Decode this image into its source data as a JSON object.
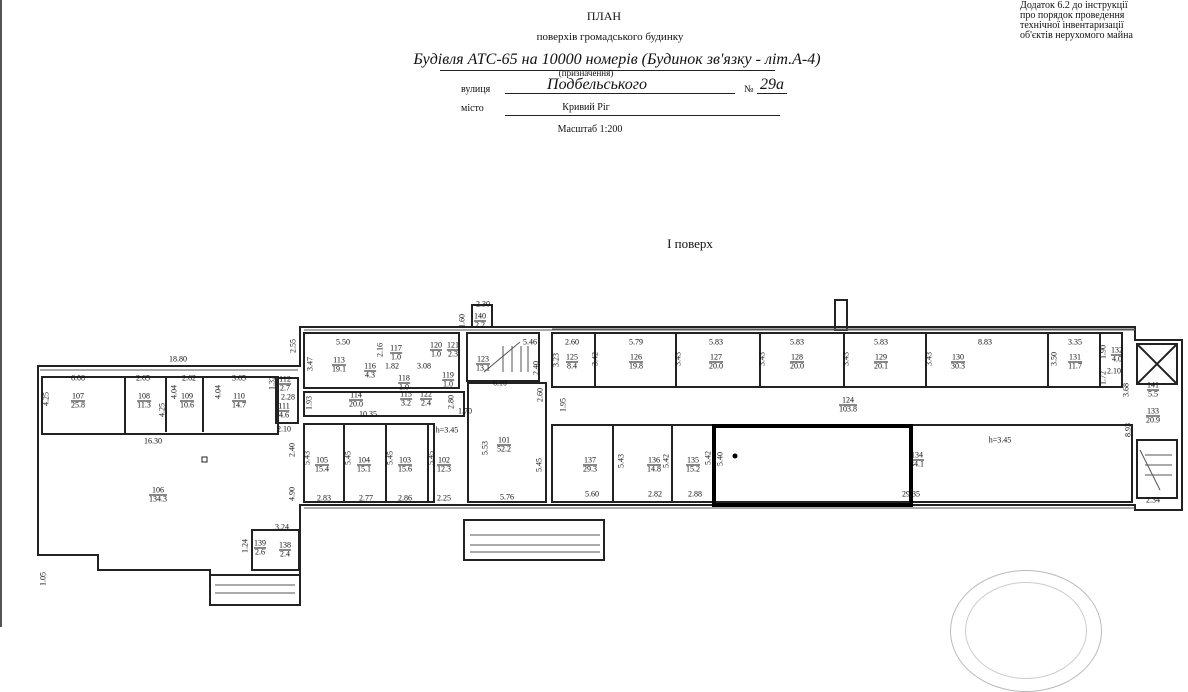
{
  "header": {
    "appendix_lines": [
      "Додаток 6.2 до інструкції",
      "про порядок проведення",
      "технічної інвентаризації",
      "об'єктів нерухомого майна"
    ],
    "title": "ПЛАН",
    "subtitle": "поверхів громадського будинку",
    "building": "Будівля АТС-65 на 10000 номерів (Будинок зв'язку - літ.А-4)",
    "purpose_caption": "(призначення)",
    "street_label": "вулиця",
    "street": "Подбельського",
    "number_label": "№",
    "number": "29а",
    "city_label": "місто",
    "city": "Кривий Ріг",
    "scale": "Масштаб 1:200"
  },
  "floor_label": "I поверх",
  "rooms": [
    {
      "number": "107",
      "area": "25.8"
    },
    {
      "number": "108",
      "area": "11.3"
    },
    {
      "number": "109",
      "area": "10.6"
    },
    {
      "number": "110",
      "area": "14.7"
    },
    {
      "number": "112",
      "area": "2.7"
    },
    {
      "number": "111",
      "area": "4.6"
    },
    {
      "number": "106",
      "area": "134.3"
    },
    {
      "number": "113",
      "area": "19.1"
    },
    {
      "number": "116",
      "area": "4.3"
    },
    {
      "number": "117",
      "area": "1.0"
    },
    {
      "number": "120",
      "area": "1.0"
    },
    {
      "number": "121",
      "area": "2.3"
    },
    {
      "number": "118",
      "area": "1.0"
    },
    {
      "number": "119",
      "area": "1.0"
    },
    {
      "number": "115",
      "area": "3.2"
    },
    {
      "number": "122",
      "area": "2.4"
    },
    {
      "number": "114",
      "area": "20.0"
    },
    {
      "number": "140",
      "area": "2.2"
    },
    {
      "number": "123",
      "area": "13.1"
    },
    {
      "number": "101",
      "area": "52.2"
    },
    {
      "number": "105",
      "area": "15.4"
    },
    {
      "number": "104",
      "area": "15.1"
    },
    {
      "number": "103",
      "area": "15.6"
    },
    {
      "number": "102",
      "area": "12.3"
    },
    {
      "number": "125",
      "area": "8.4"
    },
    {
      "number": "126",
      "area": "19.8"
    },
    {
      "number": "127",
      "area": "20.0"
    },
    {
      "number": "128",
      "area": "20.0"
    },
    {
      "number": "129",
      "area": "20.1"
    },
    {
      "number": "130",
      "area": "30.3"
    },
    {
      "number": "131",
      "area": "11.7"
    },
    {
      "number": "132",
      "area": "4.0"
    },
    {
      "number": "141",
      "area": "5.5"
    },
    {
      "number": "133",
      "area": "20.9"
    },
    {
      "number": "124",
      "area": "103.8"
    },
    {
      "number": "137",
      "area": "29.3"
    },
    {
      "number": "136",
      "area": "14.8"
    },
    {
      "number": "135",
      "area": "15.2"
    },
    {
      "number": "134",
      "area": "34.1"
    },
    {
      "number": "139",
      "area": "2.6"
    },
    {
      "number": "138",
      "area": "2.4"
    }
  ],
  "dimensions": [
    "18.80",
    "6.08",
    "2.65",
    "2.62",
    "3.65",
    "4.25",
    "4.25",
    "4.04",
    "4.04",
    "1.32",
    "2.28",
    "2.10",
    "16.30",
    "2.55",
    "5.50",
    "3.47",
    "2.16",
    "1.82",
    "3.08",
    "1.93",
    "10.35",
    "1.70",
    "2.80",
    "2.60",
    "2.40",
    "4.90",
    "2.30",
    "1.60",
    "5.46",
    "2.40",
    "3.23",
    "6.10",
    "h=3.45",
    "5.43",
    "5.45",
    "5.45",
    "5.45",
    "5.53",
    "5.45",
    "2.83",
    "2.77",
    "2.86",
    "2.25",
    "5.76",
    "2.60",
    "5.79",
    "5.83",
    "5.83",
    "5.83",
    "8.83",
    "3.35",
    "3.42",
    "3.43",
    "3.43",
    "3.43",
    "3.43",
    "3.50",
    "1.90",
    "2.10",
    "1.72",
    "3.68",
    "1.95",
    "5.43",
    "5.42",
    "5.42",
    "5.40",
    "5.60",
    "2.82",
    "2.88",
    "29.35",
    "8.93",
    "2.34",
    "3.24",
    "1.24",
    "1.05",
    "h=3.45"
  ]
}
